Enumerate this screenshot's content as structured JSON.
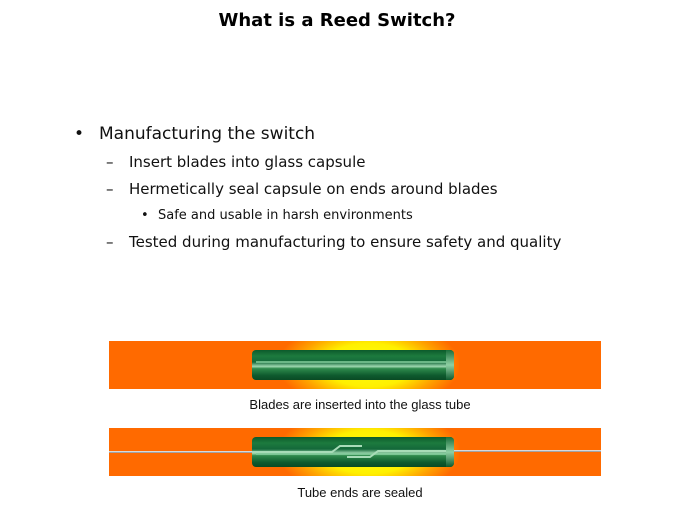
{
  "slide": {
    "title": "What is a Reed Switch?",
    "bullet_mark": "•",
    "dash_mark": "–",
    "items": [
      {
        "level": 1,
        "text": "Manufacturing the switch"
      },
      {
        "level": 2,
        "text": "Insert blades into glass capsule"
      },
      {
        "level": 2,
        "text": "Hermetically seal capsule on ends around blades"
      },
      {
        "level": 3,
        "text": "Safe and usable in harsh environments"
      },
      {
        "level": 2,
        "text": "Tested during manufacturing to ensure safety and quality"
      }
    ]
  },
  "figures": [
    {
      "caption": "Blades are inserted into the glass tube"
    },
    {
      "caption": "Tube ends are sealed"
    }
  ],
  "colors": {
    "background_orange": "#ff6a00",
    "glow_yellow": "#fff000",
    "glass_green": "#1d7a3e"
  }
}
